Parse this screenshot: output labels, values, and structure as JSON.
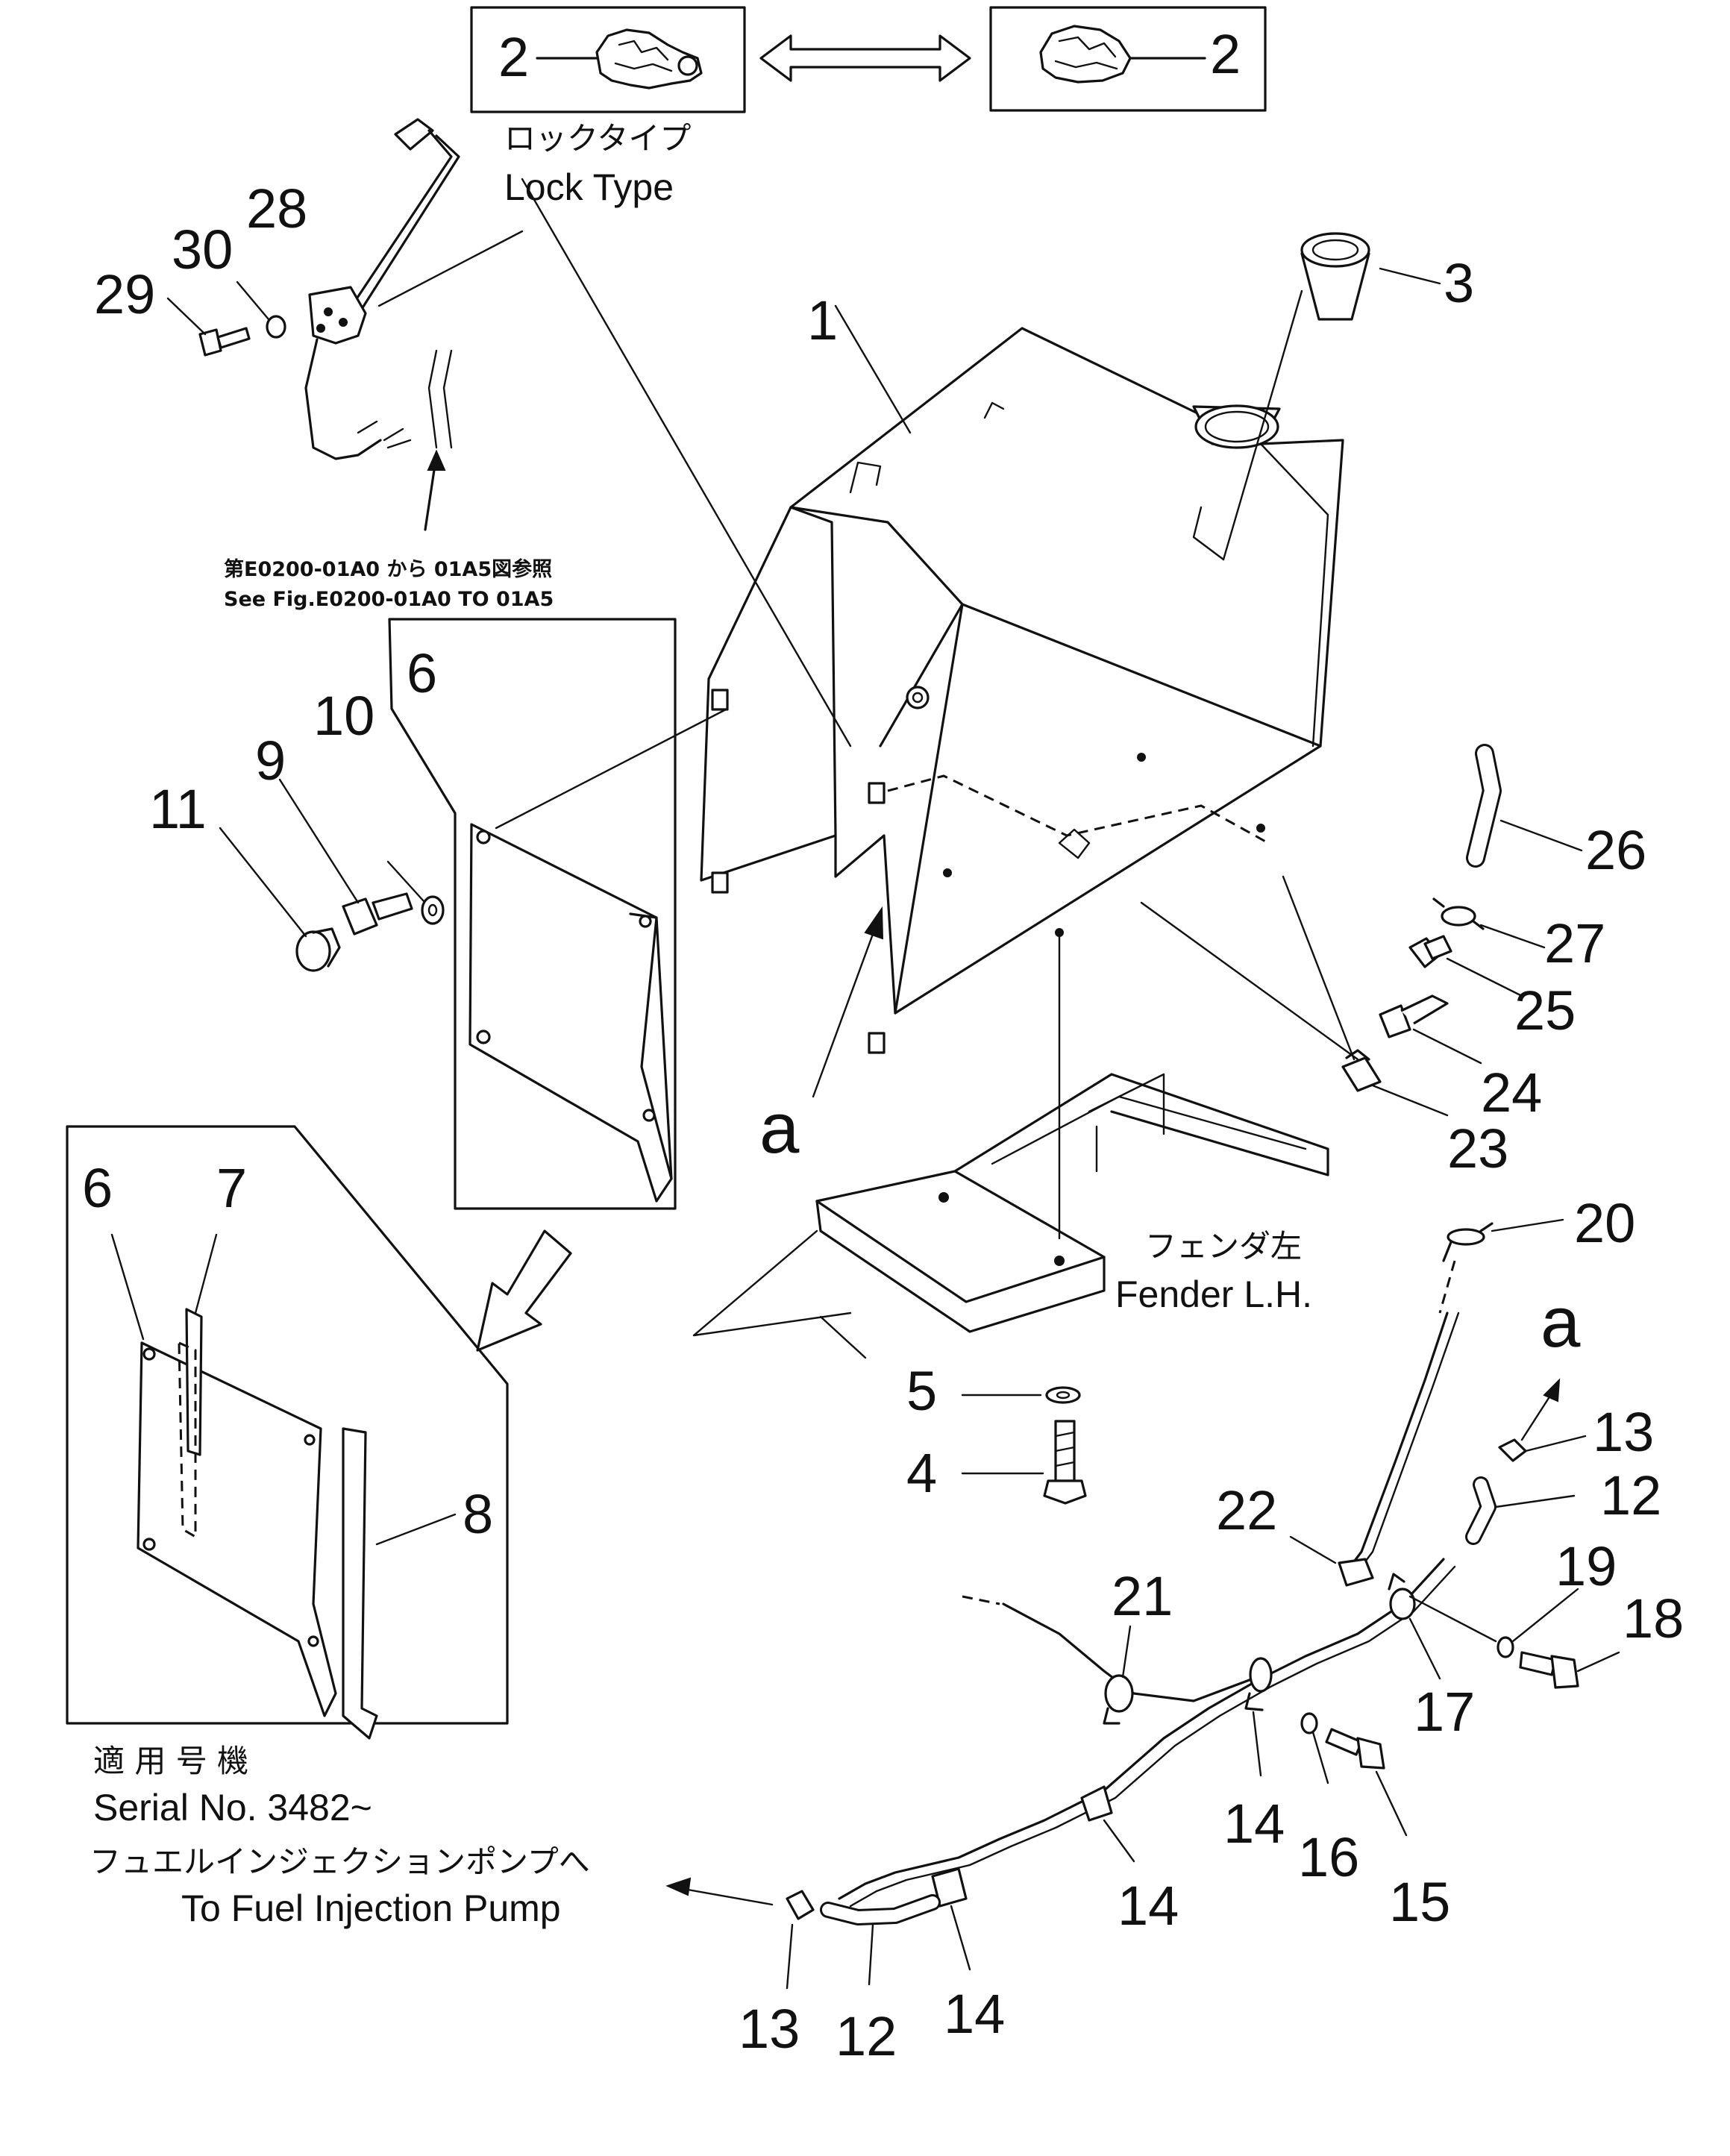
{
  "callouts": {
    "n1": "1",
    "n2a": "2",
    "n2b": "2",
    "n3": "3",
    "n4": "4",
    "n5": "5",
    "n6a": "6",
    "n6b": "6",
    "n7": "7",
    "n8": "8",
    "n9": "9",
    "n10": "10",
    "n11": "11",
    "n12a": "12",
    "n12b": "12",
    "n13a": "13",
    "n13b": "13",
    "n14a": "14",
    "n14b": "14",
    "n14c": "14",
    "n15": "15",
    "n16": "16",
    "n17": "17",
    "n18": "18",
    "n19": "19",
    "n20": "20",
    "n21": "21",
    "n22": "22",
    "n23": "23",
    "n24": "24",
    "n25": "25",
    "n26": "26",
    "n27": "27",
    "n28": "28",
    "n29": "29",
    "n30": "30",
    "a_left": "a",
    "a_right": "a"
  },
  "notes": {
    "lock_type_jp": "ロックタイプ",
    "lock_type_en": "Lock Type",
    "see_fig_jp": "第E0200-01A0 から 01A5図参照",
    "see_fig_en": "See Fig.E0200-01A0 TO 01A5",
    "fender_jp": "フェンダ左",
    "fender_en": "Fender L.H.",
    "serial_jp": "適 用 号 機",
    "serial_en": "Serial No. 3482~",
    "pump_jp": "フュエルインジェクションポンプへ",
    "pump_en": "To Fuel Injection Pump"
  }
}
